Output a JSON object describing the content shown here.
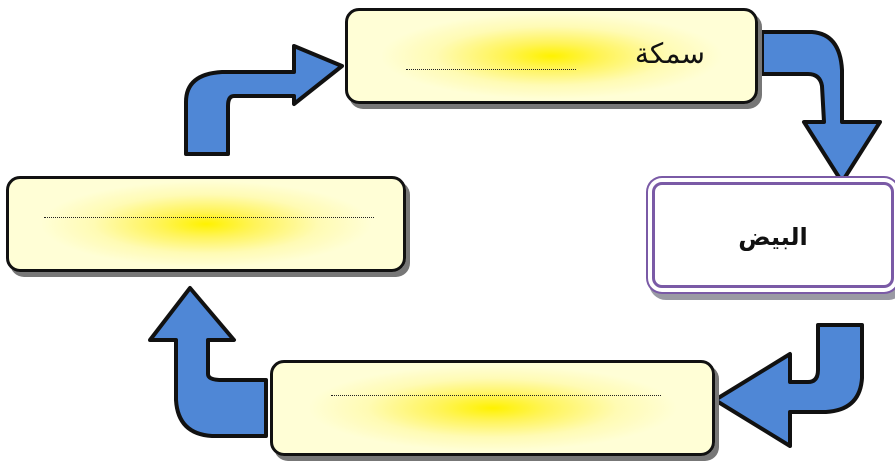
{
  "diagram": {
    "boxes": {
      "top": {
        "text": "سمكة",
        "placeholder": "......................."
      },
      "right": {
        "text": "البيض"
      },
      "bottom": {
        "text": "",
        "placeholder": "................................................................"
      },
      "left": {
        "text": "",
        "placeholder": "..............................................................................."
      }
    },
    "colors": {
      "arrow_fill": "#4f87d6",
      "arrow_stroke": "#111111",
      "box_border": "#111111",
      "box_highlight": "#fff200",
      "box_base": "#fffed6",
      "egg_border": "#7a5aa6"
    },
    "arrows": [
      "arrow-top-to-egg",
      "arrow-egg-to-bottom",
      "arrow-bottom-to-left",
      "arrow-left-to-top"
    ]
  }
}
